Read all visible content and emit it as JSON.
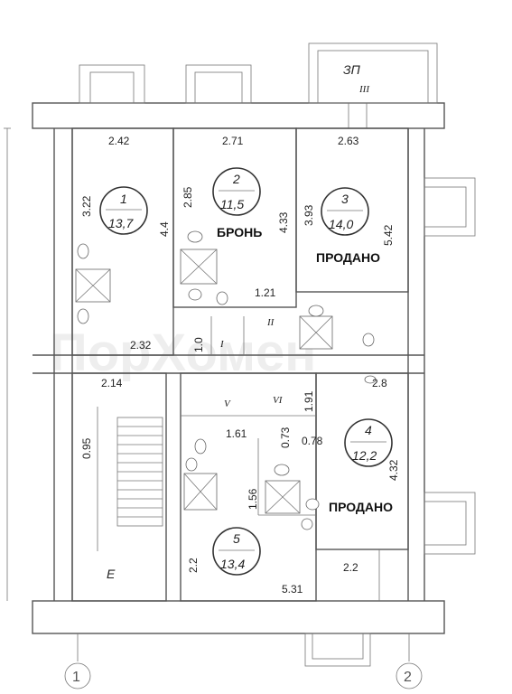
{
  "rooms": [
    {
      "number": "1",
      "area": "13,7",
      "status": ""
    },
    {
      "number": "2",
      "area": "11,5",
      "status": "БРОНЬ"
    },
    {
      "number": "3",
      "area": "14,0",
      "status": "ПРОДАНО"
    },
    {
      "number": "4",
      "area": "12,2",
      "status": "ПРОДАНО"
    },
    {
      "number": "5",
      "area": "13,4",
      "status": ""
    }
  ],
  "stair_label": "ЗП",
  "stair_roman": "III",
  "corridor_labels": [
    "I",
    "II",
    "V",
    "VI"
  ],
  "staircase_label": "E",
  "axes": [
    "1",
    "2"
  ],
  "watermark": "ПорХомен",
  "dimensions": {
    "d242": "2.42",
    "d271": "2.71",
    "d263": "2.63",
    "d322": "3.22",
    "d44": "4.4",
    "d285": "2.85",
    "d433": "4.33",
    "d393": "3.93",
    "d542": "5.42",
    "d121": "1.21",
    "d232": "2.32",
    "d10": "1.0",
    "d214": "2.14",
    "d28": "2.8",
    "d191": "1.91",
    "d095": "0.95",
    "d161": "1.61",
    "d073": "0.73",
    "d078": "0.78",
    "d432": "4.32",
    "d156": "1.56",
    "d22a": "2.2",
    "d22b": "2.2",
    "d531": "5.31"
  }
}
